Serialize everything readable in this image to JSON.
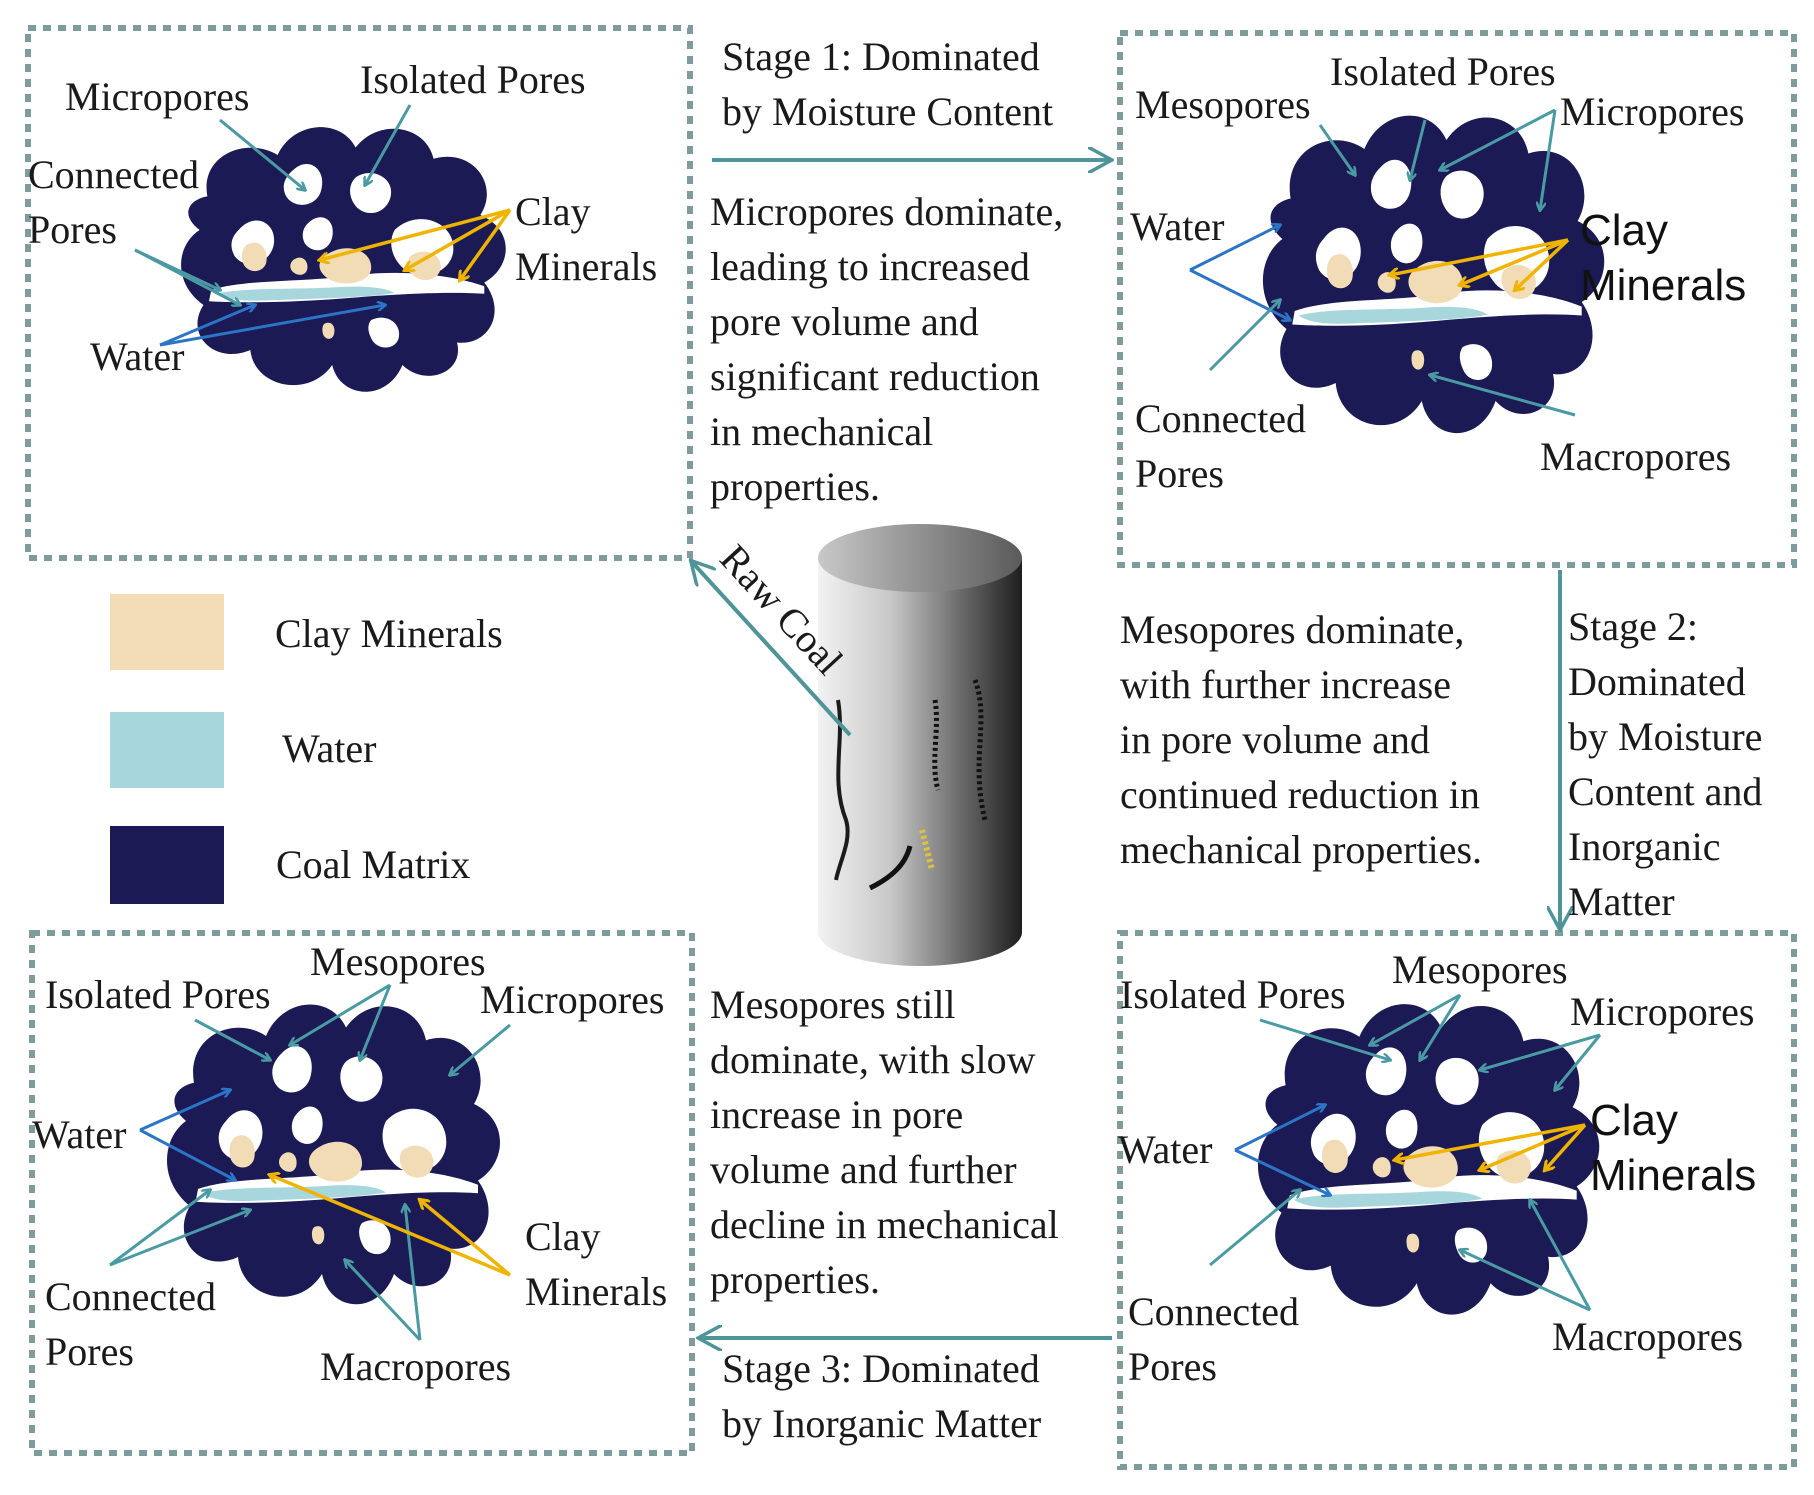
{
  "colors": {
    "clay": "#f1dcb5",
    "water": "#a8d6dd",
    "coal_matrix": "#1b1a55",
    "teal_arrow": "#4a9aa3",
    "blue_arrow": "#2b74c6",
    "gold_arrow": "#f0b400",
    "dash_border": "#7f9c9c"
  },
  "panels": {
    "raw": {
      "micropores": "Micropores",
      "isolated_pores": "Isolated Pores",
      "connected_line1": "Connected",
      "connected_line2": "Pores",
      "clay_line1": "Clay",
      "clay_line2": "Minerals",
      "water": "Water"
    },
    "stage1": {
      "isolated_pores": "Isolated Pores",
      "mesopores": "Mesopores",
      "micropores": "Micropores",
      "water": "Water",
      "clay_line1": "Clay",
      "clay_line2": "Minerals",
      "connected_line1": "Connected",
      "connected_line2": "Pores",
      "macropores": "Macropores"
    },
    "stage2": {
      "mesopores": "Mesopores",
      "isolated_pores": "Isolated Pores",
      "micropores": "Micropores",
      "clay_line1": "Clay",
      "clay_line2": "Minerals",
      "water": "Water",
      "connected_line1": "Connected",
      "connected_line2": "Pores",
      "macropores": "Macropores"
    },
    "stage3": {
      "mesopores": "Mesopores",
      "isolated_pores": "Isolated Pores",
      "micropores": "Micropores",
      "water": "Water",
      "clay_line1": "Clay",
      "clay_line2": "Minerals",
      "connected_line1": "Connected",
      "connected_line2": "Pores",
      "macropores": "Macropores"
    }
  },
  "stages": {
    "stage1": {
      "title_line1": "Stage 1: Dominated",
      "title_line2": "by Moisture Content",
      "description": [
        "Micropores dominate,",
        "leading to increased",
        "pore volume and",
        "significant reduction",
        "in mechanical",
        "properties."
      ]
    },
    "stage2": {
      "title": [
        "Stage 2:",
        "Dominated",
        "by Moisture",
        "Content and",
        "Inorganic",
        "Matter"
      ],
      "description": [
        "Mesopores dominate,",
        "with further increase",
        "in pore volume and",
        "continued reduction in",
        "mechanical properties."
      ]
    },
    "stage3": {
      "title_line1": "Stage 3: Dominated",
      "title_line2": "by Inorganic Matter",
      "description": [
        "Mesopores still",
        "dominate, with slow",
        "increase in pore",
        "volume and further",
        "decline in mechanical",
        "properties."
      ]
    }
  },
  "raw_coal_label": "Raw Coal",
  "legend": [
    {
      "label": "Clay Minerals",
      "color": "#f1dcb5"
    },
    {
      "label": "Water",
      "color": "#a8d6dd"
    },
    {
      "label": "Coal Matrix",
      "color": "#1b1a55"
    }
  ]
}
